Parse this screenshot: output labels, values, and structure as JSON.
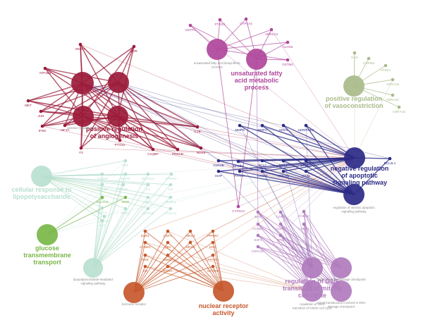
{
  "colors": {
    "angiogenesis": "#9b1b3a",
    "apoptotic": "#2b2a86",
    "unsaturated": "#b0479b",
    "vasoconstriction": "#a9bb8a",
    "lps": "#b8dfcf",
    "glucose": "#7ab648",
    "nuclear": "#c6582c",
    "mitotic": "#b07bbd"
  },
  "clusters": [
    {
      "id": "angiogenesis",
      "label": "positive regulation\nof angiogenesis",
      "color_key": "angiogenesis",
      "nodes": [
        {
          "id": "a1",
          "small": ""
        },
        {
          "id": "a2",
          "small": ""
        },
        {
          "id": "a3",
          "small": "positive regulation of ..."
        },
        {
          "id": "a4",
          "small": ""
        }
      ]
    },
    {
      "id": "unsaturated",
      "label": "unsaturated fatty\nacid metabolic\nprocess",
      "color_key": "unsaturated",
      "nodes": [
        {
          "id": "u1",
          "small": "unsaturated fatty acid biosynthetic\nprocess"
        },
        {
          "id": "u2",
          "small": ""
        }
      ]
    },
    {
      "id": "vasoconstriction",
      "label": "positive regulation\nof vasoconstriction",
      "color_key": "vasoconstriction",
      "nodes": [
        {
          "id": "v1",
          "small": ""
        }
      ]
    },
    {
      "id": "apoptotic",
      "label": "negative regulation\nof apoptotic\nsignaling pathway",
      "color_key": "apoptotic",
      "nodes": [
        {
          "id": "p1",
          "small": ""
        },
        {
          "id": "p2",
          "small": "regulation of intrinsic apoptotic\nsignaling pathway"
        }
      ]
    },
    {
      "id": "lps",
      "label": "cellular response to\nlipopolysaccharide",
      "color_key": "lps",
      "nodes": [
        {
          "id": "l1",
          "small": ""
        },
        {
          "id": "l2",
          "small": "lipopolysaccharide-mediated\nsignaling pathway"
        }
      ]
    },
    {
      "id": "glucose",
      "label": "glucose\ntransmembrane\ntransport",
      "color_key": "glucose",
      "nodes": [
        {
          "id": "g1",
          "small": ""
        }
      ]
    },
    {
      "id": "nuclear",
      "label": "nuclear receptor\nactivity",
      "color_key": "nuclear",
      "nodes": [
        {
          "id": "n1",
          "small": "hormone receptor"
        },
        {
          "id": "n2",
          "small": ""
        }
      ]
    },
    {
      "id": "mitotic",
      "label": "regulation of G1/S\ntransition of mitotic\ncell cycle",
      "color_key": "mitotic",
      "nodes": [
        {
          "id": "m1",
          "small": ""
        },
        {
          "id": "m2",
          "small": "mitotic G1 DNA damage checkpoint"
        },
        {
          "id": "m3",
          "small": "regulation of G1/S\ntransition of mitotic cell cycle"
        },
        {
          "id": "m4",
          "small": "signal transduction involved in DNA\ndamage checkpoint"
        }
      ]
    }
  ],
  "genes": [
    {
      "id": "VEGFA",
      "cluster": "angiogenesis"
    },
    {
      "id": "KDR",
      "cluster": "angiogenesis"
    },
    {
      "id": "ATP2B4",
      "cluster": "angiogenesis"
    },
    {
      "id": "MET",
      "cluster": "angiogenesis"
    },
    {
      "id": "JUN",
      "cluster": "angiogenesis"
    },
    {
      "id": "IFNG",
      "cluster": "angiogenesis"
    },
    {
      "id": "F3",
      "cluster": "angiogenesis"
    },
    {
      "id": "HIF1A",
      "cluster": "angiogenesis"
    },
    {
      "id": "PTGS2",
      "cluster": "angiogenesis"
    },
    {
      "id": "C1QBP",
      "cluster": "angiogenesis"
    },
    {
      "id": "PRKCB",
      "cluster": "angiogenesis"
    },
    {
      "id": "NOS3",
      "cluster": "angiogenesis"
    },
    {
      "id": "IL1B",
      "cluster": "angiogenesis"
    },
    {
      "id": "TGFB1",
      "cluster": "lps"
    },
    {
      "id": "ICAM1",
      "cluster": "lps"
    },
    {
      "id": "GSTP1",
      "cluster": "unsaturated"
    },
    {
      "id": "PTGS1",
      "cluster": "unsaturated"
    },
    {
      "id": "CYP1A2",
      "cluster": "unsaturated"
    },
    {
      "id": "AKR1C3",
      "cluster": "unsaturated"
    },
    {
      "id": "ALOX5",
      "cluster": "unsaturated"
    },
    {
      "id": "GSTM2",
      "cluster": "unsaturated"
    },
    {
      "id": "GAH",
      "cluster": "vasoconstriction"
    },
    {
      "id": "CHRM3",
      "cluster": "vasoconstriction"
    },
    {
      "id": "HTR2A",
      "cluster": "vasoconstriction"
    },
    {
      "id": "ADRA1B",
      "cluster": "vasoconstriction"
    },
    {
      "id": "ADRA2C",
      "cluster": "vasoconstriction"
    },
    {
      "id": "ADRA1D",
      "cluster": "vasoconstriction"
    },
    {
      "id": "BCL2L1",
      "cluster": "apoptotic"
    },
    {
      "id": "NFKB1",
      "cluster": "apoptotic"
    },
    {
      "id": "BAX",
      "cluster": "mitotic"
    },
    {
      "id": "CDK2",
      "cluster": "mitotic"
    },
    {
      "id": "CHEK2",
      "cluster": "mitotic"
    },
    {
      "id": "CCNB1",
      "cluster": "mitotic"
    },
    {
      "id": "CDK4",
      "cluster": "mitotic"
    },
    {
      "id": "CHEK1",
      "cluster": "mitotic"
    },
    {
      "id": "E2F1",
      "cluster": "mitotic"
    },
    {
      "id": "TP53",
      "cluster": "mitotic"
    },
    {
      "id": "CDKN1A",
      "cluster": "mitotic"
    },
    {
      "id": "ESR1",
      "cluster": "nuclear"
    },
    {
      "id": "HSF1",
      "cluster": "nuclear"
    },
    {
      "id": "NR1I3",
      "cluster": "nuclear"
    },
    {
      "id": "PPARG",
      "cluster": "nuclear"
    },
    {
      "id": "CCND1",
      "cluster": "nuclear"
    },
    {
      "id": "RB1",
      "cluster": "nuclear"
    },
    {
      "id": "NR1I2",
      "cluster": "nuclear"
    },
    {
      "id": "PGR",
      "cluster": "nuclear"
    },
    {
      "id": "ESR2",
      "cluster": "nuclear"
    },
    {
      "id": "MYC",
      "cluster": "nuclear"
    },
    {
      "id": "AR",
      "cluster": "nuclear"
    },
    {
      "id": "RXRA",
      "cluster": "nuclear"
    },
    {
      "id": "PPARA",
      "cluster": "nuclear"
    },
    {
      "id": "NCOA2",
      "cluster": "nuclear"
    },
    {
      "id": "CASP3",
      "cluster": "lps"
    },
    {
      "id": "EGFR",
      "cluster": "lps"
    },
    {
      "id": "MAPK14",
      "cluster": "lps"
    },
    {
      "id": "PPARD",
      "cluster": "lps"
    },
    {
      "id": "CXCL2",
      "cluster": "lps"
    },
    {
      "id": "CCL2",
      "cluster": "lps"
    },
    {
      "id": "IL6",
      "cluster": "lps"
    },
    {
      "id": "IL10",
      "cluster": "lps"
    },
    {
      "id": "MAPK8",
      "cluster": "lps"
    },
    {
      "id": "CXCL11",
      "cluster": "lps"
    },
    {
      "id": "NOS2",
      "cluster": "lps"
    },
    {
      "id": "AKT1",
      "cluster": "lps"
    },
    {
      "id": "MAPK1",
      "cluster": "lps"
    },
    {
      "id": "SLC2A4",
      "cluster": "glucose"
    },
    {
      "id": "INSR",
      "cluster": "glucose"
    },
    {
      "id": "IL4",
      "cluster": "lps"
    },
    {
      "id": "TNF",
      "cluster": "lps"
    },
    {
      "id": "CYP3A4",
      "cluster": "unsaturated"
    },
    {
      "id": "MMP9",
      "cluster": "apoptotic"
    },
    {
      "id": "MMP2",
      "cluster": "apoptotic"
    },
    {
      "id": "SOD1",
      "cluster": "apoptotic"
    },
    {
      "id": "SERPINE1",
      "cluster": "apoptotic"
    },
    {
      "id": "GSK3B",
      "cluster": "apoptotic"
    },
    {
      "id": "BCL2",
      "cluster": "apoptotic"
    },
    {
      "id": "MCL1",
      "cluster": "apoptotic"
    },
    {
      "id": "ERBB2",
      "cluster": "apoptotic"
    },
    {
      "id": "PPARA2",
      "cluster": "apoptotic"
    },
    {
      "id": "CASP8",
      "cluster": "apoptotic"
    },
    {
      "id": "HMOX1",
      "cluster": "apoptotic"
    },
    {
      "id": "HAS2",
      "cluster": "apoptotic"
    },
    {
      "id": "XIAP",
      "cluster": "apoptotic"
    }
  ]
}
